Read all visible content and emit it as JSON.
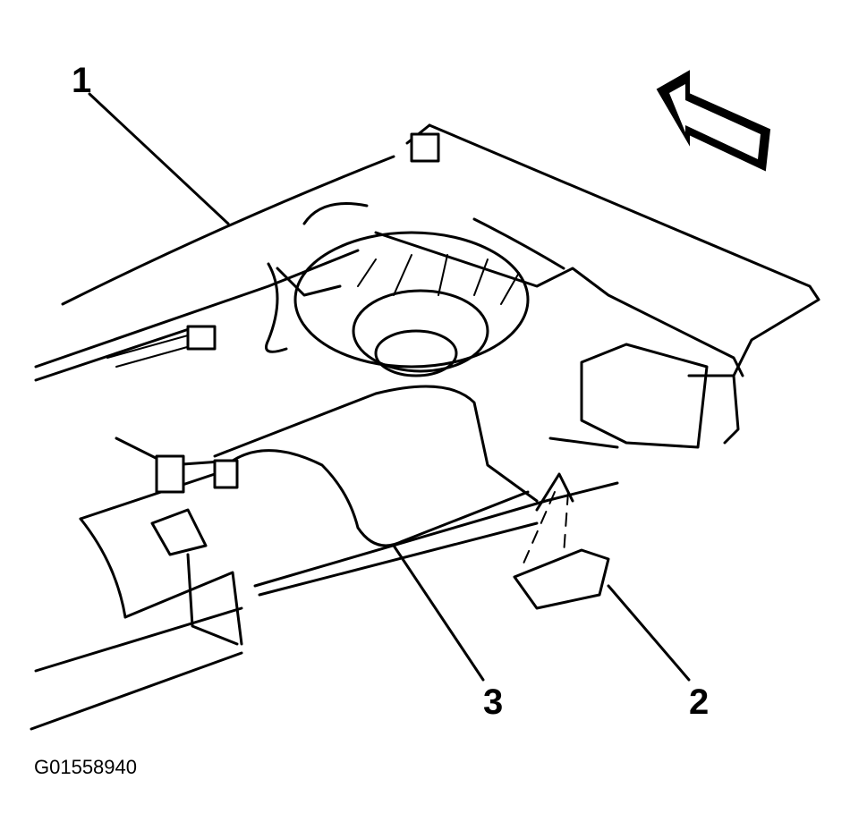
{
  "callouts": {
    "c1": "1",
    "c2": "2",
    "c3": "3"
  },
  "figure_id": "G01558940"
}
